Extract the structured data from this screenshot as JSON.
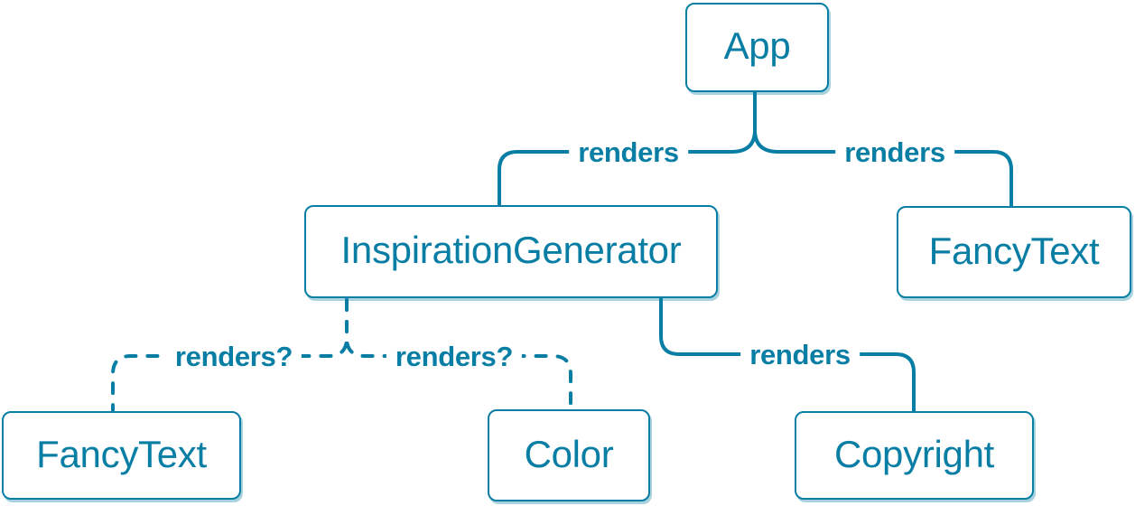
{
  "colors": {
    "accent": "#087ea4",
    "background": "#ffffff"
  },
  "nodes": [
    {
      "id": "app",
      "label": "App"
    },
    {
      "id": "inspiration-generator",
      "label": "InspirationGenerator"
    },
    {
      "id": "fancy-text-top",
      "label": "FancyText"
    },
    {
      "id": "fancy-text-bottom",
      "label": "FancyText"
    },
    {
      "id": "color",
      "label": "Color"
    },
    {
      "id": "copyright",
      "label": "Copyright"
    }
  ],
  "edges": [
    {
      "from": "App",
      "to": "InspirationGenerator",
      "label": "renders",
      "style": "solid"
    },
    {
      "from": "App",
      "to": "FancyText",
      "label": "renders",
      "style": "solid"
    },
    {
      "from": "InspirationGenerator",
      "to": "FancyText",
      "label": "renders?",
      "style": "dashed"
    },
    {
      "from": "InspirationGenerator",
      "to": "Color",
      "label": "renders?",
      "style": "dashed"
    },
    {
      "from": "InspirationGenerator",
      "to": "Copyright",
      "label": "renders",
      "style": "solid"
    }
  ]
}
